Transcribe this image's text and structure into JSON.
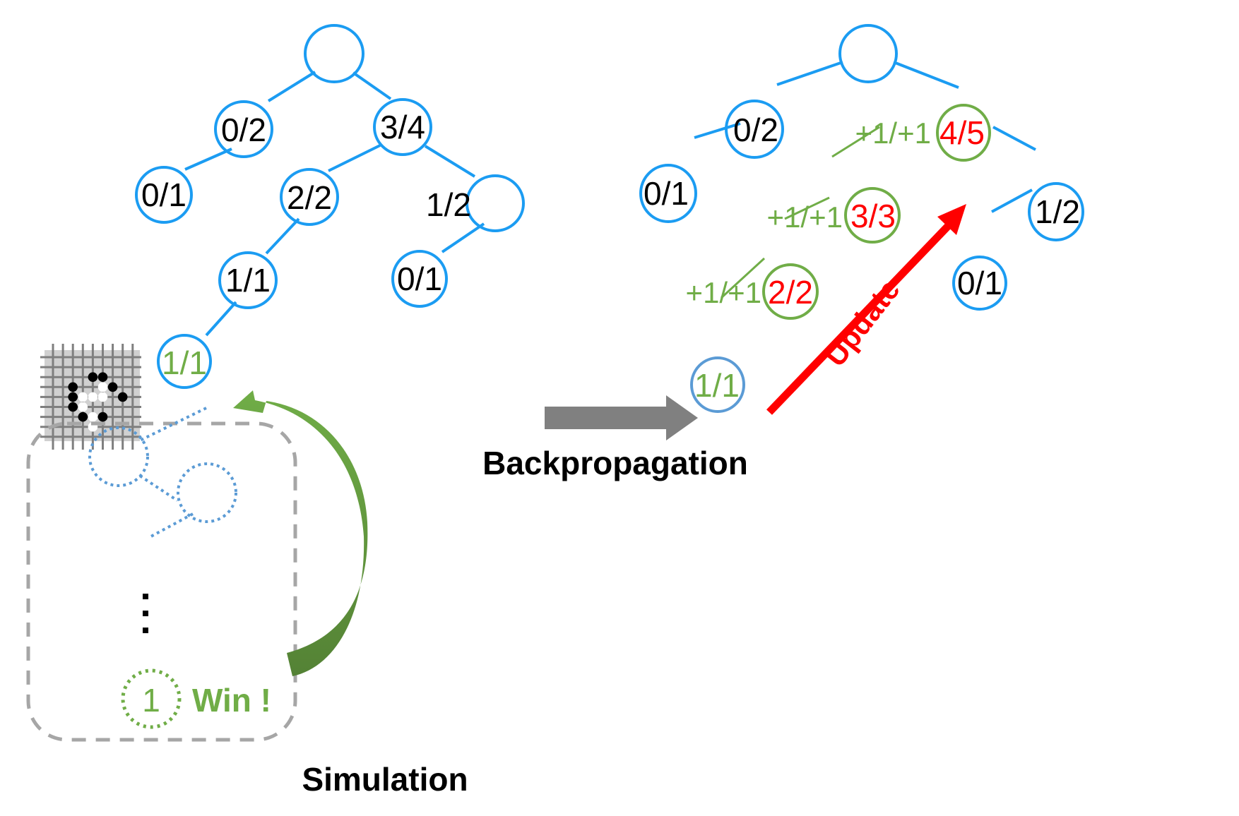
{
  "colors": {
    "tree_blue": "#1b9cf2",
    "leaf_blue": "#5b9bd5",
    "green": "#70ad47",
    "green_dark": "#548235",
    "red": "#ff0000",
    "gray_arrow": "#808080",
    "gray_box": "#a6a6a6",
    "text": "#000000"
  },
  "left_tree": {
    "nodes": [
      {
        "id": "root",
        "label": ""
      },
      {
        "id": "n02",
        "label": "0/2"
      },
      {
        "id": "n34",
        "label": "3/4"
      },
      {
        "id": "n01a",
        "label": "0/1"
      },
      {
        "id": "n22",
        "label": "2/2"
      },
      {
        "id": "n12",
        "label": "",
        "side_label": "1/2"
      },
      {
        "id": "n01b",
        "label": "0/1"
      },
      {
        "id": "n11",
        "label": "1/1"
      },
      {
        "id": "leaf",
        "label": "1/1"
      }
    ],
    "edges": [
      [
        "root",
        "n02"
      ],
      [
        "root",
        "n34"
      ],
      [
        "n02",
        "n01a"
      ],
      [
        "n34",
        "n22"
      ],
      [
        "n34",
        "n12"
      ],
      [
        "n12",
        "n01b"
      ],
      [
        "n22",
        "n11"
      ],
      [
        "n11",
        "leaf"
      ]
    ]
  },
  "simulation": {
    "title": "Simulation",
    "result_node_label": "1",
    "result_text": "Win !",
    "ellipsis": "⋮",
    "go_board": {
      "size": 9,
      "black_stones": [
        [
          4,
          2
        ],
        [
          5,
          2
        ],
        [
          2,
          3
        ],
        [
          6,
          3
        ],
        [
          2,
          4
        ],
        [
          7,
          4
        ],
        [
          2,
          5
        ],
        [
          3,
          6
        ],
        [
          5,
          6
        ]
      ],
      "white_stones": [
        [
          5,
          3
        ],
        [
          3,
          4
        ],
        [
          4,
          4
        ],
        [
          5,
          4
        ],
        [
          3,
          5
        ],
        [
          4,
          6
        ],
        [
          4,
          7
        ]
      ]
    }
  },
  "transition": {
    "label": "Backpropagation"
  },
  "right_tree": {
    "nodes": [
      {
        "id": "root",
        "label": ""
      },
      {
        "id": "n02",
        "label": "0/2"
      },
      {
        "id": "n45",
        "label": "4/5",
        "updated": true,
        "delta": "+1/+1"
      },
      {
        "id": "n01a",
        "label": "0/1"
      },
      {
        "id": "n33",
        "label": "3/3",
        "updated": true,
        "delta": "+1/+1"
      },
      {
        "id": "n12",
        "label": "1/2"
      },
      {
        "id": "n01b",
        "label": "0/1"
      },
      {
        "id": "n22",
        "label": "2/2",
        "updated": true,
        "delta": "+1/+1"
      },
      {
        "id": "leaf",
        "label": "1/1"
      }
    ],
    "update_label": "Update"
  }
}
